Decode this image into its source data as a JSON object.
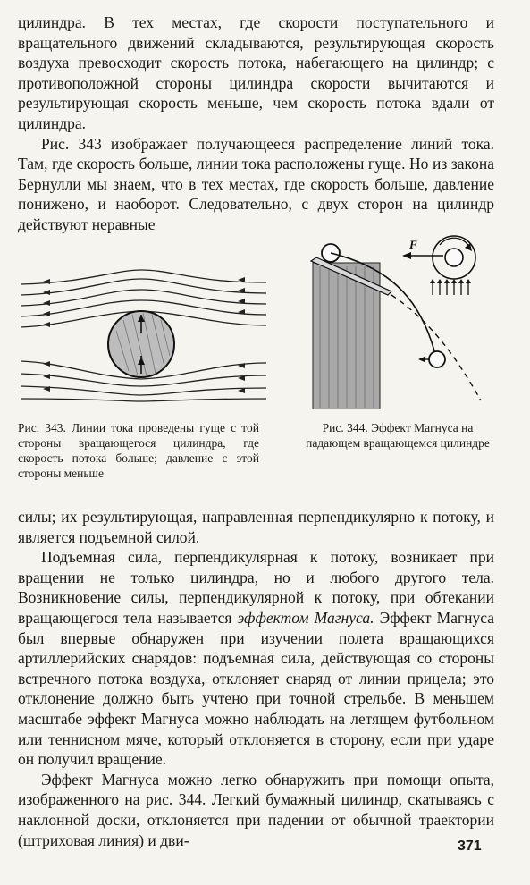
{
  "paragraphs_top": [
    "цилиндра. В тех местах, где скорости поступательного и вращательного движений складываются, результирующая скорость воздуха превосходит скорость потока, набегающего на цилиндр; с противоположной стороны цилиндра скорости вычитаются и результирующая скорость меньше, чем скорость потока вдали от цилиндра.",
    "Рис. 343 изображает получающееся распределение линий тока. Там, где скорость больше, линии тока расположены гуще. Но из закона Бернулли мы знаем, что в тех местах, где скорость больше, давление понижено, и наоборот. Следовательно, с двух сторон на цилиндр действуют неравные"
  ],
  "figures": {
    "fig343_caption": "Рис. 343. Линии тока проведены гуще с той стороны вращающегося цилиндра, где скорость потока больше; давление с этой стороны меньше",
    "fig344_caption": "Рис. 344. Эффект Магнуса на падающем вращающемся цилиндре",
    "fig344_force_label": "F"
  },
  "paragraphs_bottom": [
    {
      "text": "силы; их результирующая, направленная перпендикулярно к потоку, и является подъемной силой.",
      "indent": false
    },
    {
      "pre": "Подъемная сила, перпендикулярная к потоку, возникает при вращении не только цилиндра, но и любого другого тела. Возникновение силы, перпендикулярной к потоку, при обтекании вращающегося тела называется ",
      "em": "эффектом Магнуса.",
      "post": " Эффект Магнуса был впервые обнаружен при изучении полета вращающихся артиллерийских снарядов: подъемная сила, действующая со стороны встречного потока воздуха, отклоняет снаряд от линии прицела; это отклонение должно быть учтено при точной стрельбе. В меньшем масштабе эффект Магнуса можно наблюдать на летящем футбольном или теннисном мяче, который отклоняется в сторону, если при ударе он получил вращение.",
      "indent": true
    },
    {
      "text": "Эффект Магнуса можно легко обнаружить при помощи опыта, изображенного на рис. 344. Легкий бумажный цилиндр, скатываясь с наклонной доски, отклоняется при падении от обычной траектории (штриховая линия) и дви-",
      "indent": true
    }
  ],
  "page_number": "371"
}
